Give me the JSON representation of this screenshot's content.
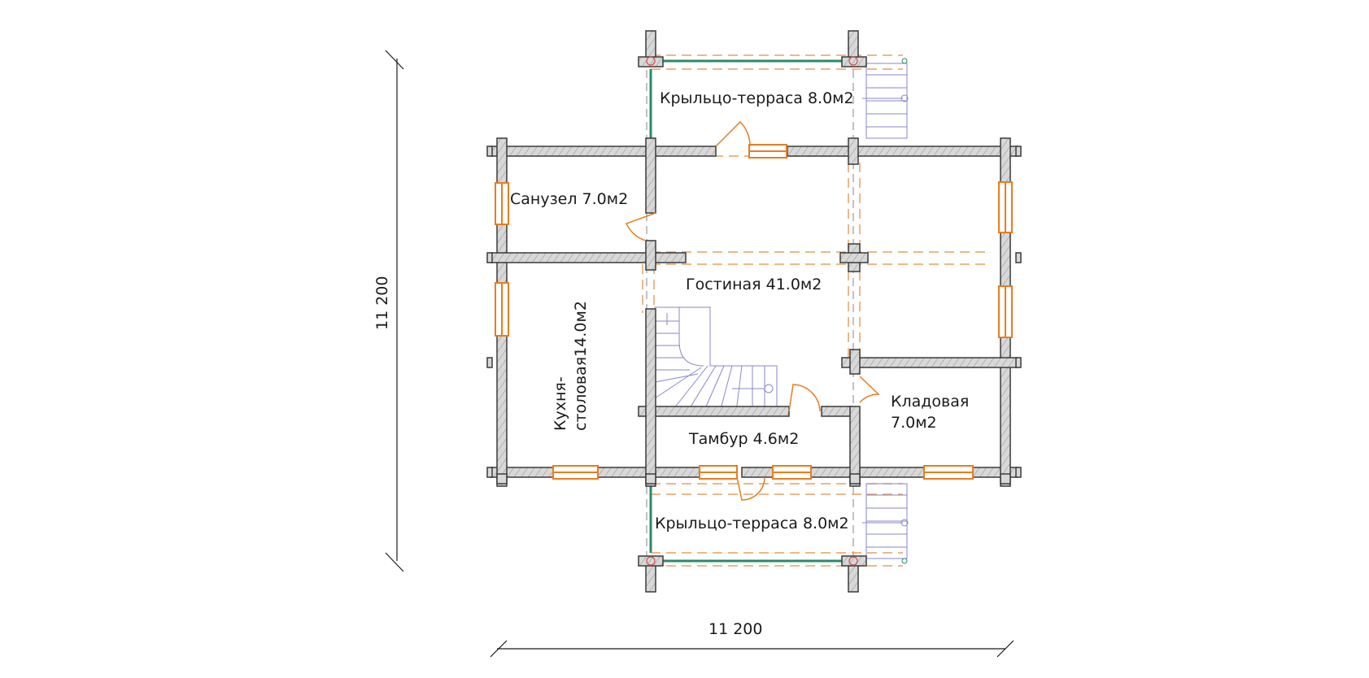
{
  "dimensions": {
    "width_label": "11 200",
    "height_label": "11 200"
  },
  "rooms": {
    "porch_top": "Крыльцо-терраса 8.0м2",
    "bathroom": "Санузел 7.0м2",
    "living": "Гостиная 41.0м2",
    "kitchen_line1": "Кухня-",
    "kitchen_line2": "столовая14.0м2",
    "storage_line1": "Кладовая",
    "storage_line2": "7.0м2",
    "vestibule": "Тамбур 4.6м2",
    "porch_bottom": "Крыльцо-терраса 8.0м2"
  },
  "colors": {
    "wall_fill": "#d4d4d4",
    "wall_stroke": "#3a3a3a",
    "window": "#e87d1e",
    "door": "#e87d1e",
    "dashed": "#e8a060",
    "axis": "#9a9a9a",
    "railing": "#2a8a6a",
    "stair": "#8a86cc",
    "post": "#d05050"
  }
}
